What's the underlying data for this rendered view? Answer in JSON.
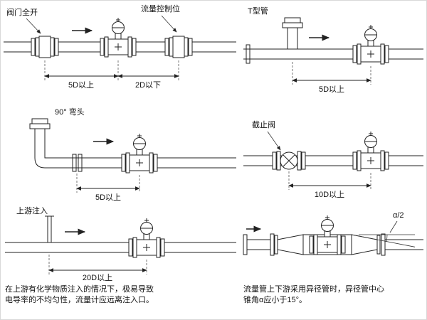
{
  "panels": {
    "valve_open": {
      "label": "阀门全开",
      "control_label": "流量控制位",
      "dim_upstream": "5D以上",
      "dim_downstream": "2D以下"
    },
    "t_pipe": {
      "label": "T型管",
      "dim": "5D以上"
    },
    "elbow": {
      "label": "90° 弯头",
      "dim": "5D以上"
    },
    "stop_valve": {
      "label": "截止阀",
      "dim": "10D以上"
    },
    "injection": {
      "label": "上游注入",
      "dim": "20D以上",
      "caption1": "在上游有化学物质注入的情况下，极易导致",
      "caption2": "电导率的不均匀性，流量计应远离注入口。"
    },
    "reducer": {
      "angle_label": "α/2",
      "caption1": "流量管上下游采用异径管时，异径管中心",
      "caption2": "锥角α应小于15°。"
    }
  },
  "colors": {
    "line": "#222222",
    "text": "#111111",
    "background": "#ffffff"
  }
}
